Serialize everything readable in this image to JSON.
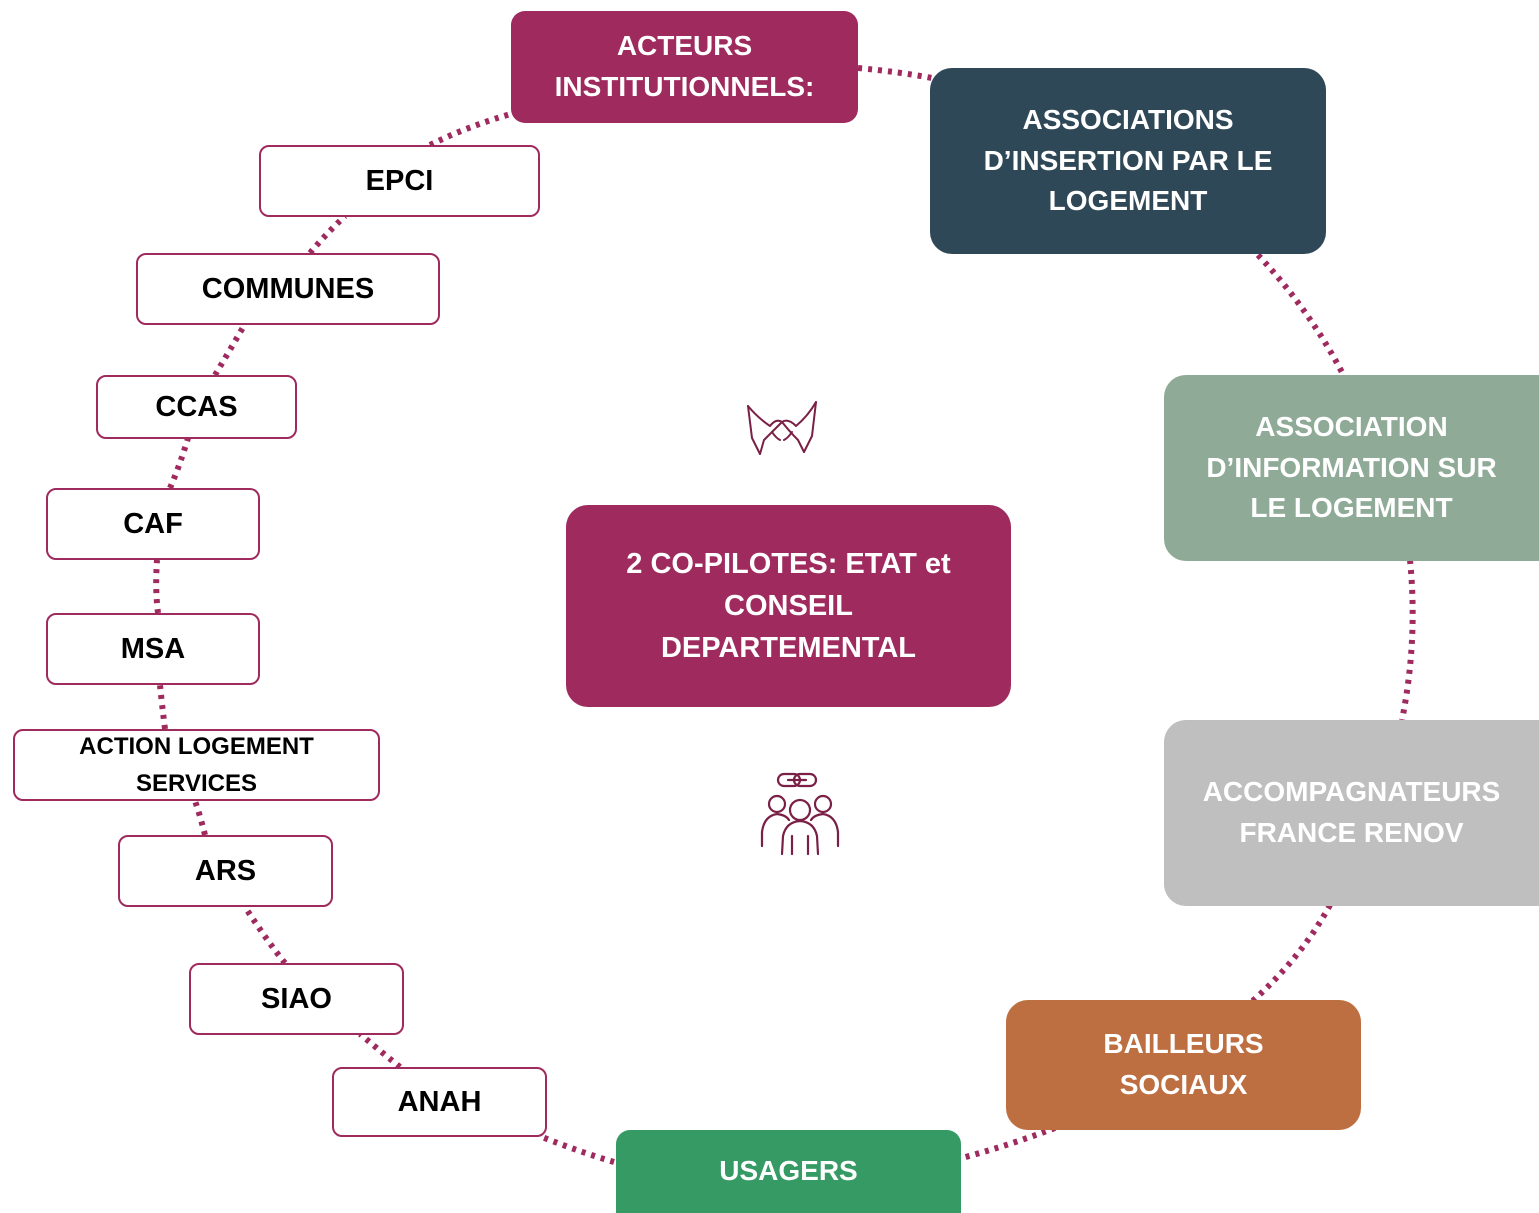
{
  "colors": {
    "accent": "#9e2a5e",
    "associations_insertion": "#2f4858",
    "association_information": "#8fab98",
    "accompagnateurs": "#bfbfbf",
    "bailleurs": "#bd6f41",
    "usagers": "#359a64",
    "pilotes": "#9e2a5e",
    "acteurs": "#9e2a5e"
  },
  "center": {
    "pilotes_label": "2 CO-PILOTES: ETAT et\nCONSEIL\nDEPARTEMENTAL",
    "top_icon": "handshake-icon",
    "bottom_icon": "group-link-icon"
  },
  "outer_nodes": {
    "acteurs_institutionnels": "ACTEURS\nINSTITUTIONNELS:",
    "associations_insertion": "ASSOCIATIONS\nD’INSERTION PAR LE\nLOGEMENT",
    "association_information": "ASSOCIATION\nD’INFORMATION SUR\nLE LOGEMENT",
    "accompagnateurs": "ACCOMPAGNATEURS\nFRANCE RENOV",
    "bailleurs": "BAILLEURS\nSOCIAUX",
    "usagers": "USAGERS"
  },
  "institutional_actors": [
    "EPCI",
    "COMMUNES",
    "CCAS",
    "CAF",
    "MSA",
    "ACTION LOGEMENT\nSERVICES",
    "ARS",
    "SIAO",
    "ANAH"
  ]
}
